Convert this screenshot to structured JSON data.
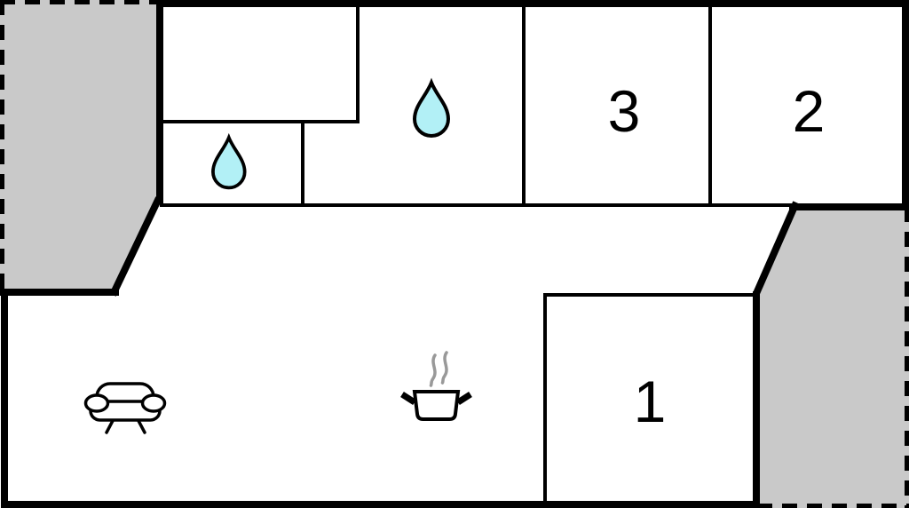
{
  "floorplan": {
    "colors": {
      "background": "#ffffff",
      "wall": "#000000",
      "terrace_fill": "#c9c9c9",
      "room_fill": "#ffffff",
      "water_drop_fill": "#b2f0f6",
      "steam": "#999999"
    },
    "rooms": {
      "bedroom_1": {
        "label": "1"
      },
      "bedroom_2": {
        "label": "2"
      },
      "bedroom_3": {
        "label": "3"
      }
    },
    "icons": [
      {
        "name": "water-drop-icon",
        "location": "small-bathroom"
      },
      {
        "name": "water-drop-icon",
        "location": "large-bathroom"
      },
      {
        "name": "sofa-icon",
        "location": "living-area"
      },
      {
        "name": "cooking-pot-icon",
        "location": "kitchen-area"
      }
    ]
  }
}
